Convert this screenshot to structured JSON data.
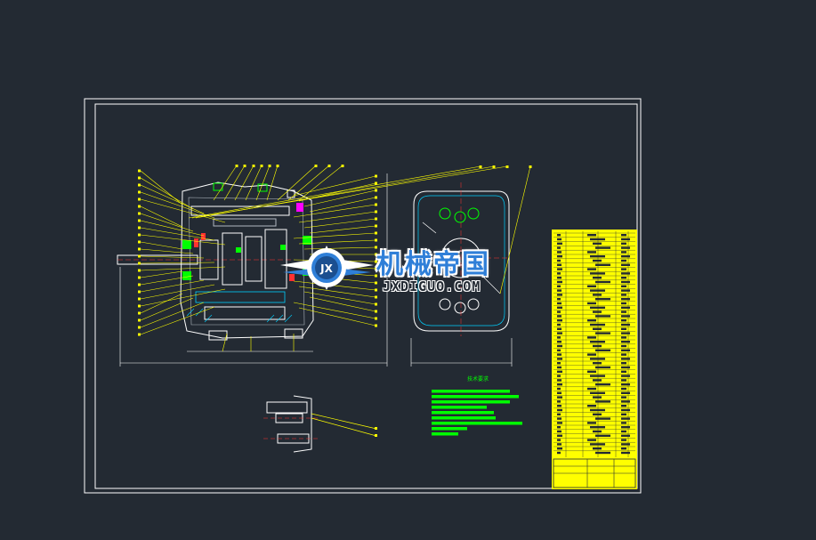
{
  "drawing": {
    "tech_note_title": "技术要求"
  },
  "watermark": {
    "cn_text": "机械帝国",
    "en_text": "JXDIGUO.COM",
    "logo_letters": "JX"
  },
  "colors": {
    "background": "#232a33",
    "frame": "#ffffff",
    "leader": "#ffff00",
    "part": "#ffffff",
    "accent_green": "#00ff00",
    "accent_red": "#ff3030",
    "accent_cyan": "#00d0ff",
    "accent_magenta": "#ff00ff",
    "title_block": "#ffff00",
    "watermark_blue": "#2f7fd8"
  },
  "icons": {
    "logo": "gear-wings-logo-icon"
  }
}
